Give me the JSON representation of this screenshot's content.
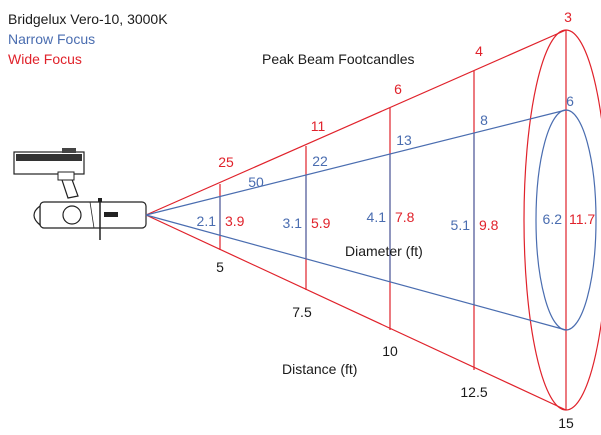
{
  "legend": {
    "title": "Bridgelux Vero-10, 3000K",
    "narrow": "Narrow Focus",
    "wide": "Wide Focus"
  },
  "colors": {
    "narrow": "#4a6db0",
    "wide": "#e0222b",
    "text": "#1a1a1a"
  },
  "labels": {
    "footcandles": "Peak Beam Footcandles",
    "diameter": "Diameter (ft)",
    "distance": "Distance (ft)"
  },
  "stations": [
    {
      "distance": "5",
      "narrow_fc": "50",
      "wide_fc": "25",
      "narrow_dia": "2.1",
      "wide_dia": "3.9"
    },
    {
      "distance": "7.5",
      "narrow_fc": "22",
      "wide_fc": "11",
      "narrow_dia": "3.1",
      "wide_dia": "5.9"
    },
    {
      "distance": "10",
      "narrow_fc": "13",
      "wide_fc": "6",
      "narrow_dia": "4.1",
      "wide_dia": "7.8"
    },
    {
      "distance": "12.5",
      "narrow_fc": "8",
      "wide_fc": "4",
      "narrow_dia": "5.1",
      "wide_dia": "9.8"
    },
    {
      "distance": "15",
      "narrow_fc": "6",
      "wide_fc": "3",
      "narrow_dia": "6.2",
      "wide_dia": "11.7"
    }
  ]
}
